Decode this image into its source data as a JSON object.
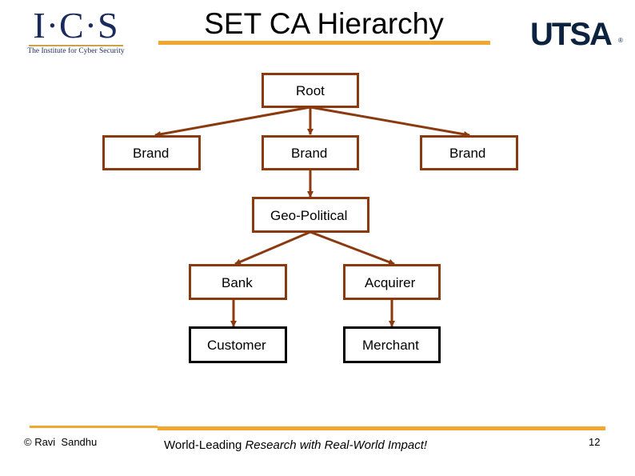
{
  "header": {
    "title": "SET CA Hierarchy",
    "ics_logo": {
      "letters": "I·C·S",
      "tagline": "The Institute for Cyber Security"
    },
    "utsa_logo": {
      "text": "UTSA",
      "mark": "®"
    }
  },
  "diagram": {
    "nodes": {
      "root": "Root",
      "brand_1": "Brand",
      "brand_2": "Brand",
      "brand_3": "Brand",
      "geo_political": "Geo-Political",
      "bank": "Bank",
      "acquirer": "Acquirer",
      "customer": "Customer",
      "merchant": "Merchant"
    },
    "edges": [
      [
        "root",
        "brand_1"
      ],
      [
        "root",
        "brand_2"
      ],
      [
        "root",
        "brand_3"
      ],
      [
        "brand_2",
        "geo_political"
      ],
      [
        "geo_political",
        "bank"
      ],
      [
        "geo_political",
        "acquirer"
      ],
      [
        "bank",
        "customer"
      ],
      [
        "acquirer",
        "merchant"
      ]
    ],
    "colors": {
      "node_border": "#8b3a10",
      "leaf_border": "#000000",
      "edge": "#8b3a10"
    }
  },
  "footer": {
    "copyright": "© Ravi  Sandhu",
    "tagline_plain": "World-Leading ",
    "tagline_italic": "Research with Real-World Impact!",
    "page_number": "12",
    "accent_color": "#f0a830"
  }
}
